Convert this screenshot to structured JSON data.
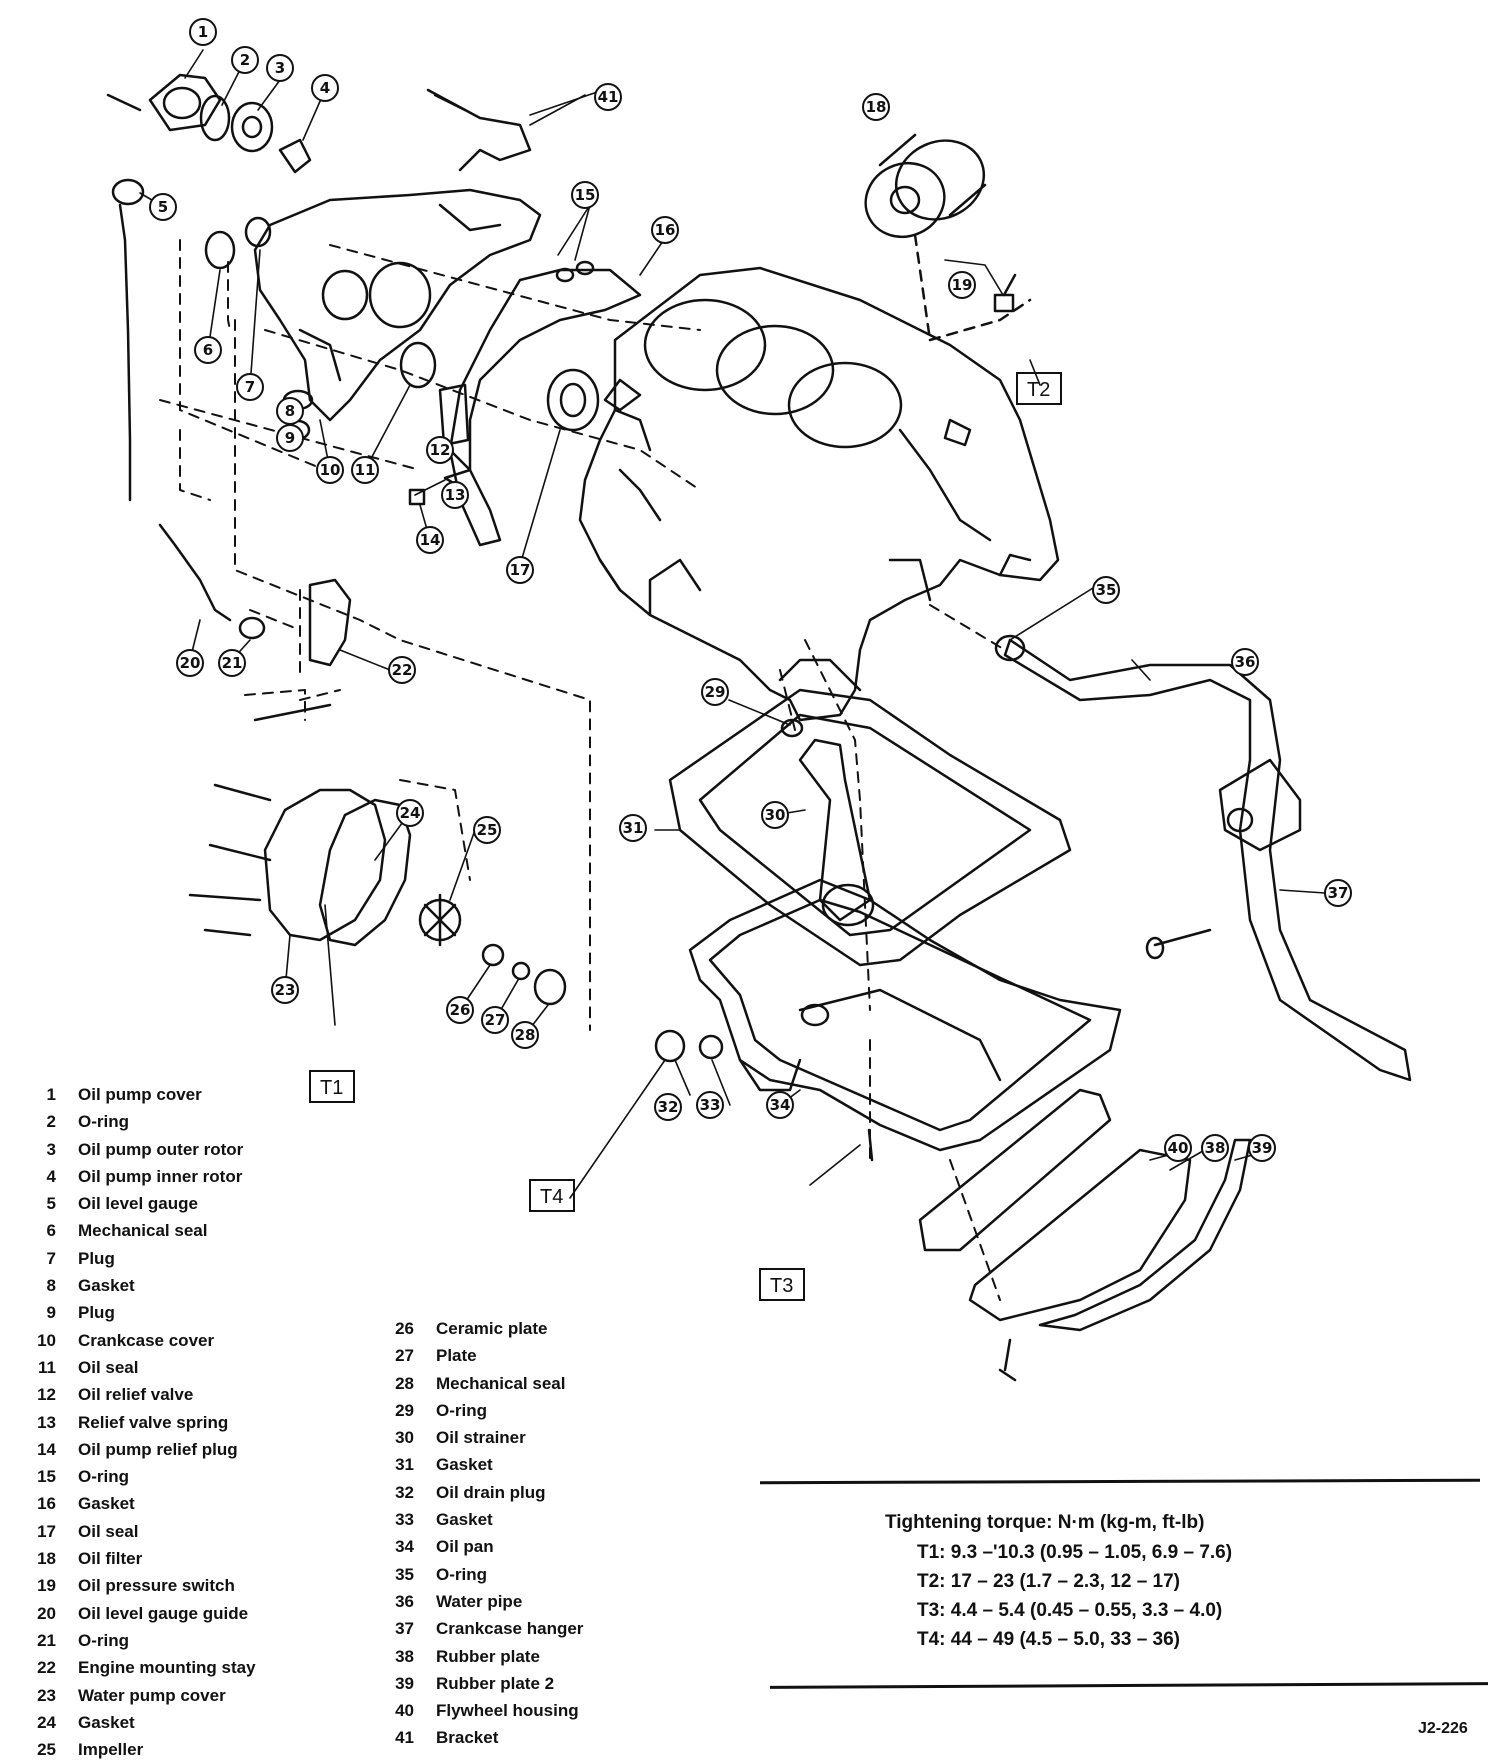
{
  "legend_left": [
    {
      "num": "1",
      "name": "Oil pump cover"
    },
    {
      "num": "2",
      "name": "O-ring"
    },
    {
      "num": "3",
      "name": "Oil pump outer rotor"
    },
    {
      "num": "4",
      "name": "Oil pump inner rotor"
    },
    {
      "num": "5",
      "name": "Oil level gauge"
    },
    {
      "num": "6",
      "name": "Mechanical seal"
    },
    {
      "num": "7",
      "name": "Plug"
    },
    {
      "num": "8",
      "name": "Gasket"
    },
    {
      "num": "9",
      "name": "Plug"
    },
    {
      "num": "10",
      "name": "Crankcase cover"
    },
    {
      "num": "11",
      "name": "Oil seal"
    },
    {
      "num": "12",
      "name": "Oil relief valve"
    },
    {
      "num": "13",
      "name": "Relief valve spring"
    },
    {
      "num": "14",
      "name": "Oil pump relief plug"
    },
    {
      "num": "15",
      "name": "O-ring"
    },
    {
      "num": "16",
      "name": "Gasket"
    },
    {
      "num": "17",
      "name": "Oil seal"
    },
    {
      "num": "18",
      "name": "Oil filter"
    },
    {
      "num": "19",
      "name": "Oil pressure switch"
    },
    {
      "num": "20",
      "name": "Oil level gauge guide"
    },
    {
      "num": "21",
      "name": "O-ring"
    },
    {
      "num": "22",
      "name": "Engine mounting stay"
    },
    {
      "num": "23",
      "name": "Water pump cover"
    },
    {
      "num": "24",
      "name": "Gasket"
    },
    {
      "num": "25",
      "name": "Impeller"
    }
  ],
  "legend_right": [
    {
      "num": "26",
      "name": "Ceramic plate"
    },
    {
      "num": "27",
      "name": "Plate"
    },
    {
      "num": "28",
      "name": "Mechanical seal"
    },
    {
      "num": "29",
      "name": "O-ring"
    },
    {
      "num": "30",
      "name": "Oil strainer"
    },
    {
      "num": "31",
      "name": "Gasket"
    },
    {
      "num": "32",
      "name": "Oil drain plug"
    },
    {
      "num": "33",
      "name": "Gasket"
    },
    {
      "num": "34",
      "name": "Oil pan"
    },
    {
      "num": "35",
      "name": "O-ring"
    },
    {
      "num": "36",
      "name": "Water pipe"
    },
    {
      "num": "37",
      "name": "Crankcase hanger"
    },
    {
      "num": "38",
      "name": "Rubber plate"
    },
    {
      "num": "39",
      "name": "Rubber plate 2"
    },
    {
      "num": "40",
      "name": "Flywheel housing"
    },
    {
      "num": "41",
      "name": "Bracket"
    }
  ],
  "torque": {
    "title": "Tightening torque:  N·m (kg-m, ft-lb)",
    "rows": [
      "T1:  9.3 –'10.3 (0.95 – 1.05, 6.9 – 7.6)",
      "T2:  17 – 23 (1.7 – 2.3, 12 – 17)",
      "T3:  4.4 – 5.4 (0.45 – 0.55, 3.3 – 4.0)",
      "T4:  44 – 49 (4.5 – 5.0, 33 – 36)"
    ]
  },
  "torque_tags": [
    "T1",
    "T2",
    "T3",
    "T4"
  ],
  "callouts": [
    "1",
    "2",
    "3",
    "4",
    "5",
    "6",
    "7",
    "8",
    "9",
    "10",
    "11",
    "12",
    "13",
    "14",
    "15",
    "16",
    "17",
    "18",
    "19",
    "20",
    "21",
    "22",
    "23",
    "24",
    "25",
    "26",
    "27",
    "28",
    "29",
    "30",
    "31",
    "32",
    "33",
    "34",
    "35",
    "36",
    "37",
    "38",
    "39",
    "40",
    "41"
  ],
  "figure_code": "J2-226"
}
